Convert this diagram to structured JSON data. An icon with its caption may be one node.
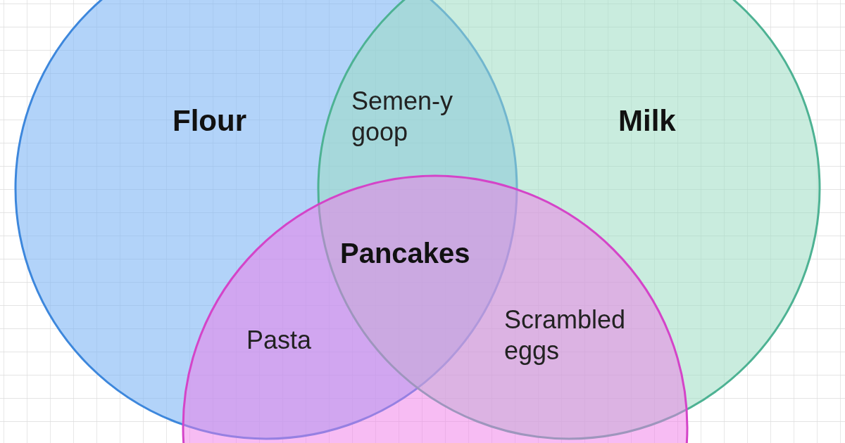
{
  "diagram": {
    "nodes": [
      {
        "text": [
          "Flour"
        ]
      },
      {
        "text": [
          "Milk"
        ]
      },
      {
        "text": [],
        "shape": "circle"
      }
    ],
    "edges": [],
    "labels": [
      "Semen-y goop",
      "Pancakes",
      "Pasta",
      "Scrambled eggs"
    ]
  }
}
